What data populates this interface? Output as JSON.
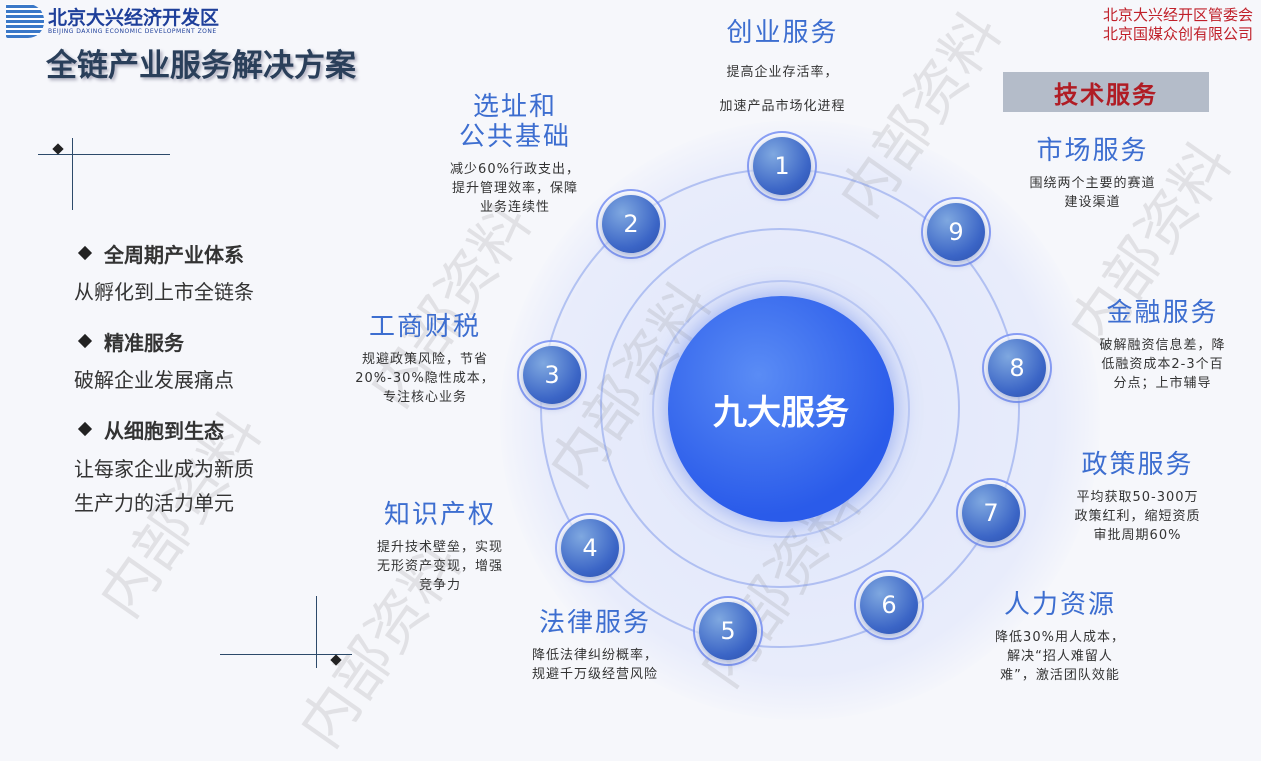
{
  "logo": {
    "cn": "北京大兴经济开发区",
    "en": "BEIJING DAXING ECONOMIC DEVELOPMENT ZONE"
  },
  "title": "全链产业服务解决方案",
  "org": [
    "北京大兴经开区管委会",
    "北京国媒众创有限公司"
  ],
  "tech_label": "技术服务",
  "left": [
    {
      "heading": "全周期产业体系",
      "body": [
        "从孵化到上市全链条"
      ]
    },
    {
      "heading": "精准服务",
      "body": [
        "破解企业发展痛点"
      ]
    },
    {
      "heading": "从细胞到生态",
      "body": [
        "让每家企业成为新质",
        "生产力的活力单元"
      ]
    }
  ],
  "center": "九大服务",
  "services": [
    {
      "num": "1",
      "title": "创业服务",
      "desc": [
        "提高企业存活率，",
        "加速产品市场化进程"
      ]
    },
    {
      "num": "2",
      "title": "选址和\n公共基础",
      "desc": [
        "减少60%行政支出，",
        "提升管理效率，保障",
        "业务连续性"
      ]
    },
    {
      "num": "3",
      "title": "工商财税",
      "desc": [
        "规避政策风险，节省",
        "20%-30%隐性成本，",
        "专注核心业务"
      ]
    },
    {
      "num": "4",
      "title": "知识产权",
      "desc": [
        "提升技术壁垒，实现",
        "无形资产变现，增强",
        "竞争力"
      ]
    },
    {
      "num": "5",
      "title": "法律服务",
      "desc": [
        "降低法律纠纷概率，",
        "规避千万级经营风险"
      ]
    },
    {
      "num": "6",
      "title": "人力资源",
      "desc": [
        "降低30%用人成本，",
        "解决“招人难留人",
        "难”，激活团队效能"
      ]
    },
    {
      "num": "7",
      "title": "政策服务",
      "desc": [
        "平均获取50-300万",
        "政策红利，缩短资质",
        "审批周期60%"
      ]
    },
    {
      "num": "8",
      "title": "金融服务",
      "desc": [
        "破解融资信息差，降",
        "低融资成本2-3个百",
        "分点；上市辅导"
      ]
    },
    {
      "num": "9",
      "title": "市场服务",
      "desc": [
        "围绕两个主要的赛道",
        "建设渠道"
      ]
    }
  ],
  "watermark": "内部资料"
}
